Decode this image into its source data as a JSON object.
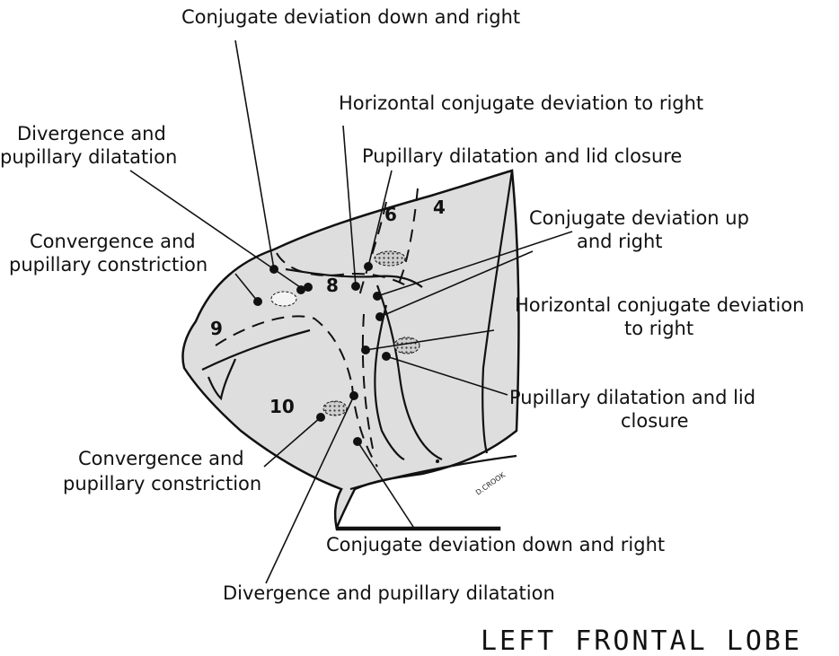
{
  "title": "LEFT FRONTAL LOBE",
  "signature": "D.CROOK",
  "areas": [
    "6",
    "4",
    "8",
    "9",
    "10"
  ],
  "labels": {
    "top_down_right": "Conjugate deviation down and right",
    "horiz_right_1": "Horizontal conjugate deviation to right",
    "divergence_1_a": "Divergence and",
    "divergence_1_b": "pupillary dilatation",
    "pupil_lid_1": "Pupillary dilatation and lid closure",
    "convergence_1_a": "Convergence and",
    "convergence_1_b": "pupillary constriction",
    "up_right_a": "Conjugate deviation up",
    "up_right_b": "and right",
    "horiz_right_2_a": "Horizontal conjugate deviation",
    "horiz_right_2_b": "to right",
    "pupil_lid_2_a": "Pupillary dilatation and lid",
    "pupil_lid_2_b": "closure",
    "convergence_2_a": "Convergence and",
    "convergence_2_b": "pupillary constriction",
    "bottom_down_right": "Conjugate deviation down and right",
    "divergence_2": "Divergence and pupillary dilatation"
  },
  "colors": {
    "lobe_fill": "#dedede",
    "ink": "#111111"
  }
}
